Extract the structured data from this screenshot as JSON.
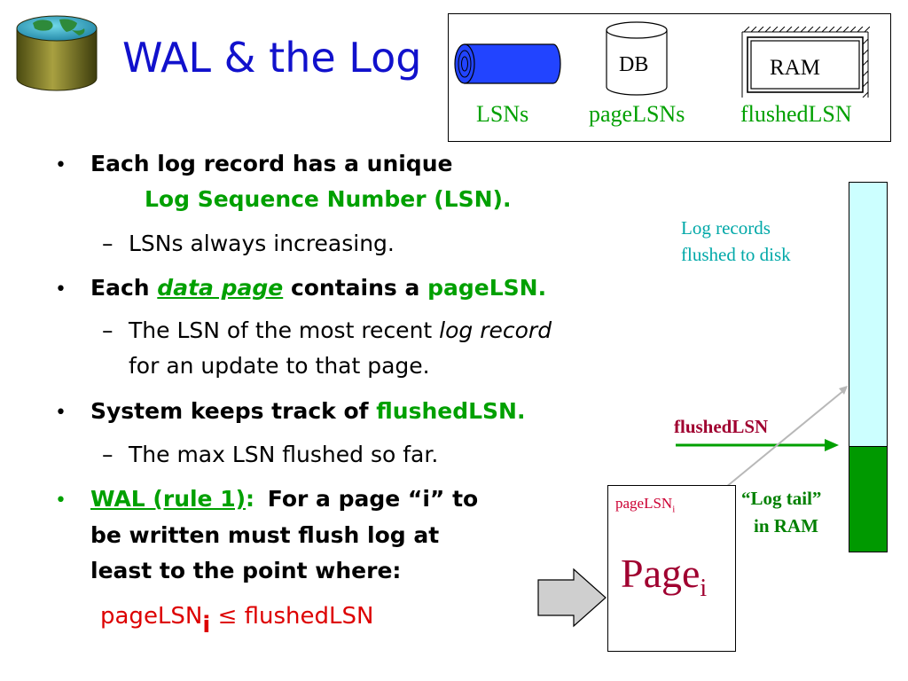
{
  "title": "WAL & the Log",
  "legend": {
    "lsns": "LSNs",
    "pagelsns": "pageLSNs",
    "flushedlsn": "flushedLSN",
    "db": "DB",
    "ram": "RAM"
  },
  "bullets": {
    "b1_line1": "Each log record has a unique",
    "b1_line2": "Log Sequence Number (LSN).",
    "b1_sub": "LSNs always increasing.",
    "b2_pre": "Each",
    "b2_em": "data page",
    "b2_mid": "contains a",
    "b2_green": "pageLSN.",
    "b2_sub1_pre": "The LSN of the most recent",
    "b2_sub1_em": "log record",
    "b2_sub2": "for an update to that page.",
    "b3_pre": "System keeps track of",
    "b3_green": "flushedLSN.",
    "b3_sub": "The max LSN flushed so far.",
    "b4_link": "WAL (rule 1)",
    "b4_colon": ":",
    "b4_rest": "For a page “i” to",
    "b4_line2": "be written must flush log at",
    "b4_line3": "least to the point where:",
    "formula_pre": "pageLSN",
    "formula_sub": "i",
    "formula_le": "≤",
    "formula_post": "flushedLSN"
  },
  "diagram": {
    "log_records_line1": "Log records",
    "log_records_line2": "flushed to disk",
    "flushedlsn": "flushedLSN",
    "log_tail_line1": "“Log tail”",
    "log_tail_line2": "in RAM",
    "page_lsn": "pageLSN",
    "page_lsn_sub": "i",
    "page_label": "Page",
    "page_sub": "i"
  },
  "colors": {
    "title": "#1111cc",
    "green": "#00a000",
    "red": "#dd0000",
    "log_flushed": "#ccffff",
    "log_tail": "#009900",
    "cyan_text": "#00a8a8",
    "maroon": "#a00030"
  }
}
